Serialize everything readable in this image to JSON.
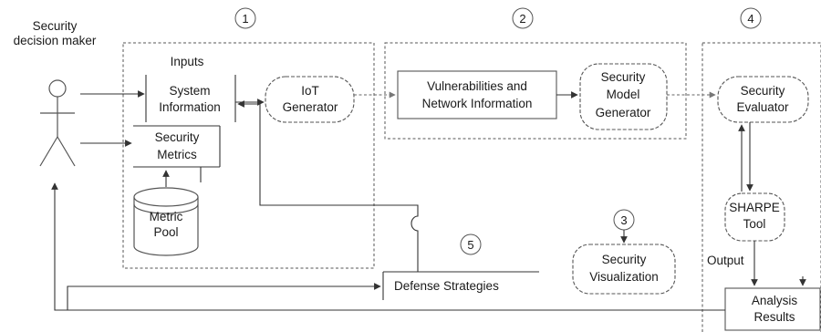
{
  "actor": {
    "line1": "Security",
    "line2": "decision maker"
  },
  "inputs_heading": "Inputs",
  "nodes": {
    "system_information": {
      "line1": "System",
      "line2": "Information"
    },
    "iot_generator": {
      "line1": "IoT",
      "line2": "Generator"
    },
    "security_metrics": {
      "line1": "Security",
      "line2": "Metrics"
    },
    "metric_pool": {
      "line1": "Metric",
      "line2": "Pool"
    },
    "vulnerabilities": {
      "line1": "Vulnerabilities and",
      "line2": "Network Information"
    },
    "security_model_generator": {
      "line1": "Security",
      "line2": "Model",
      "line3": "Generator"
    },
    "security_evaluator": {
      "line1": "Security",
      "line2": "Evaluator"
    },
    "sharpe_tool": {
      "line1": "SHARPE",
      "line2": "Tool"
    },
    "output_label": "Output",
    "analysis_results": {
      "line1": "Analysis",
      "line2": "Results"
    },
    "security_visualization": {
      "line1": "Security",
      "line2": "Visualization"
    },
    "defense_strategies": "Defense Strategies"
  },
  "steps": {
    "s1": "1",
    "s2": "2",
    "s3": "3",
    "s4": "4",
    "s5": "5"
  },
  "colors": {
    "stroke": "#555555",
    "text": "#1a1a1a",
    "background": "#ffffff"
  }
}
